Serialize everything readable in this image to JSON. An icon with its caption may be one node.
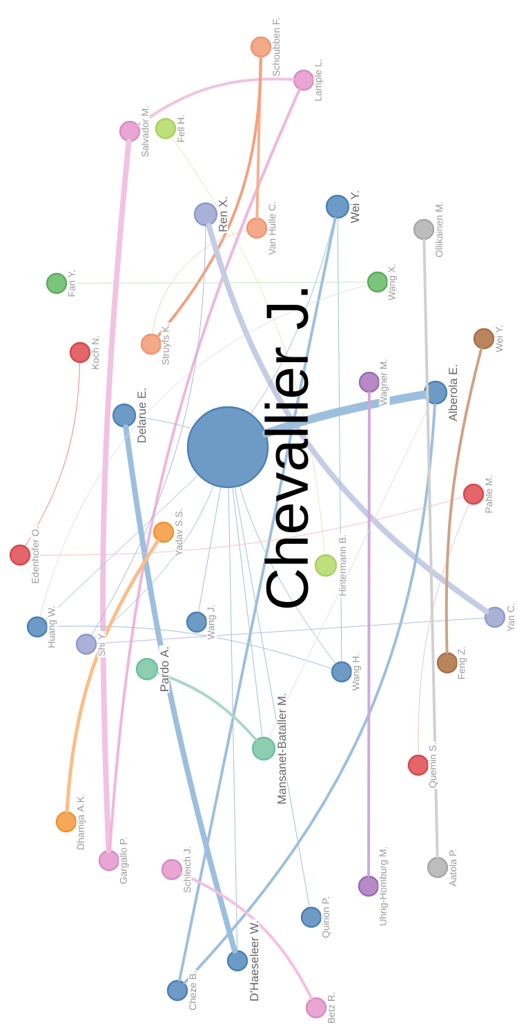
{
  "diagram": {
    "nodes": [
      {
        "text": [],
        "shape": "circle",
        "beside": [
          "Chevallier J."
        ]
      },
      {
        "text": [],
        "shape": "circle",
        "beside": [
          "Schoubben F."
        ]
      },
      {
        "text": [],
        "shape": "circle",
        "beside": [
          "Lample L."
        ]
      },
      {
        "text": [],
        "shape": "circle",
        "beside": [
          "Fell H."
        ]
      },
      {
        "text": [],
        "shape": "circle",
        "beside": [
          "Salvador M."
        ]
      },
      {
        "text": [],
        "shape": "circle",
        "beside": [
          "Ren X."
        ]
      },
      {
        "text": [],
        "shape": "circle",
        "beside": [
          "Wei Y."
        ]
      },
      {
        "text": [],
        "shape": "circle",
        "beside": [
          "Van Hulle C."
        ]
      },
      {
        "text": [],
        "shape": "circle",
        "beside": [
          "Ollikainen M."
        ]
      },
      {
        "text": [],
        "shape": "circle",
        "beside": [
          "Fan Y."
        ]
      },
      {
        "text": [],
        "shape": "circle",
        "beside": [
          "Wang X."
        ]
      },
      {
        "text": [],
        "shape": "circle",
        "beside": [
          "Struyfs K."
        ]
      },
      {
        "text": [],
        "shape": "circle",
        "beside": [
          "Koch N."
        ]
      },
      {
        "text": [],
        "shape": "circle",
        "beside": [
          "Wei Y."
        ]
      },
      {
        "text": [],
        "shape": "circle",
        "beside": [
          "Wagner M."
        ]
      },
      {
        "text": [],
        "shape": "circle",
        "beside": [
          "Alberola E."
        ]
      },
      {
        "text": [],
        "shape": "circle",
        "beside": [
          "Delarue E."
        ]
      },
      {
        "text": [],
        "shape": "circle",
        "beside": [
          "Pahle M."
        ]
      },
      {
        "text": [],
        "shape": "circle",
        "beside": [
          "Yadav S.S."
        ]
      },
      {
        "text": [],
        "shape": "circle",
        "beside": [
          "Edenhofer O."
        ]
      },
      {
        "text": [],
        "shape": "circle",
        "beside": [
          "Hintermann B."
        ]
      },
      {
        "text": [],
        "shape": "circle",
        "beside": [
          "Huang W."
        ]
      },
      {
        "text": [],
        "shape": "circle",
        "beside": [
          "Wang J."
        ]
      },
      {
        "text": [],
        "shape": "circle",
        "beside": [
          "Shi Y."
        ]
      },
      {
        "text": [],
        "shape": "circle",
        "beside": [
          "Yan C."
        ]
      },
      {
        "text": [],
        "shape": "circle",
        "beside": [
          "Wang H."
        ]
      },
      {
        "text": [],
        "shape": "circle",
        "beside": [
          "Pardo A."
        ]
      },
      {
        "text": [],
        "shape": "circle",
        "beside": [
          "Feng Z."
        ]
      },
      {
        "text": [],
        "shape": "circle",
        "beside": [
          "Mansanet-Bataller M."
        ]
      },
      {
        "text": [],
        "shape": "circle",
        "beside": [
          "Quemin S."
        ]
      },
      {
        "text": [],
        "shape": "circle",
        "beside": [
          "Dhamija A.K."
        ]
      },
      {
        "text": [],
        "shape": "circle",
        "beside": [
          "Gargallo P."
        ]
      },
      {
        "text": [],
        "shape": "circle",
        "beside": [
          "Schleich J."
        ]
      },
      {
        "text": [],
        "shape": "circle",
        "beside": [
          "Aatola P."
        ]
      },
      {
        "text": [],
        "shape": "circle",
        "beside": [
          "Uhrig-Homburg M."
        ]
      },
      {
        "text": [],
        "shape": "circle",
        "beside": [
          "Quirion P."
        ]
      },
      {
        "text": [],
        "shape": "circle",
        "beside": [
          "D'Haeseleer W."
        ]
      },
      {
        "text": [],
        "shape": "circle",
        "beside": [
          "Cheze B."
        ]
      },
      {
        "text": [],
        "shape": "circle",
        "beside": [
          "Betz R."
        ]
      }
    ],
    "edges": [
      {
        "from": 4,
        "to": 31,
        "arrow": "none",
        "style": "thick",
        "color": "#f2c2e2"
      },
      {
        "from": 4,
        "to": 2,
        "arrow": "none",
        "style": "thick",
        "color": "#f2c2e2"
      },
      {
        "from": 3,
        "to": 20,
        "arrow": "none",
        "color": "#d9ecb6"
      },
      {
        "from": 2,
        "to": 31,
        "arrow": "none",
        "style": "thick",
        "color": "#f0b6dc"
      },
      {
        "from": 1,
        "to": 7,
        "arrow": "none",
        "style": "thick",
        "color": "#f7b08f"
      },
      {
        "from": 1,
        "to": 11,
        "arrow": "none",
        "style": "thick",
        "color": "#f5a07c"
      },
      {
        "from": 7,
        "to": 11,
        "arrow": "none",
        "color": "#f9cdb9"
      },
      {
        "from": 5,
        "to": 24,
        "arrow": "none",
        "style": "thick",
        "color": "#c5cce6"
      },
      {
        "from": 5,
        "to": 23,
        "arrow": "none",
        "color": "#a9b4dc"
      },
      {
        "from": 9,
        "to": 10,
        "arrow": "none",
        "color": "#c4e6c4"
      },
      {
        "from": 6,
        "to": 37,
        "arrow": "none",
        "style": "thick"
      },
      {
        "from": 6,
        "to": 0,
        "arrow": "none"
      },
      {
        "from": 6,
        "to": 25,
        "arrow": "none"
      },
      {
        "from": 0,
        "to": 15,
        "arrow": "none",
        "style": "thick"
      },
      {
        "from": 15,
        "to": 37,
        "arrow": "none",
        "style": "thick"
      },
      {
        "from": 16,
        "to": 36,
        "arrow": "none",
        "style": "thick"
      },
      {
        "from": 16,
        "to": 0,
        "arrow": "none"
      },
      {
        "from": 0,
        "to": 36,
        "arrow": "none"
      },
      {
        "from": 0,
        "to": 22,
        "arrow": "none"
      },
      {
        "from": 0,
        "to": 35,
        "arrow": "none"
      },
      {
        "from": 0,
        "to": 28,
        "arrow": "none"
      },
      {
        "from": 0,
        "to": 25,
        "arrow": "none"
      },
      {
        "from": 0,
        "to": 21,
        "arrow": "none"
      },
      {
        "from": 0,
        "to": 23,
        "arrow": "none"
      },
      {
        "from": 21,
        "to": 25,
        "arrow": "none"
      },
      {
        "from": 23,
        "to": 24,
        "arrow": "none",
        "color": "#b3bce0"
      },
      {
        "from": 18,
        "to": 30,
        "arrow": "none",
        "style": "thick",
        "color": "#fbbd86"
      },
      {
        "from": 12,
        "to": 19,
        "arrow": "none",
        "color": "#ea8386"
      },
      {
        "from": 19,
        "to": 17,
        "arrow": "none",
        "color": "#f5c0c2"
      },
      {
        "from": 17,
        "to": 29,
        "arrow": "none",
        "color": "#f5c0c2"
      },
      {
        "from": 13,
        "to": 27,
        "arrow": "none",
        "style": "thick",
        "color": "#cfa283"
      },
      {
        "from": 8,
        "to": 33,
        "arrow": "none",
        "style": "thick",
        "color": "#d0d0d0"
      },
      {
        "from": 14,
        "to": 34,
        "arrow": "none",
        "style": "thick",
        "color": "#cfa9dc"
      },
      {
        "from": 26,
        "to": 28,
        "arrow": "none",
        "style": "thick",
        "color": "#a8d9c4"
      },
      {
        "from": 32,
        "to": 38,
        "arrow": "none",
        "style": "thick",
        "color": "#f6bfe0"
      },
      {
        "from": 21,
        "to": 10,
        "arrow": "none",
        "color": "#dddddd"
      },
      {
        "from": 15,
        "to": 28,
        "arrow": "none",
        "color": "#dddddd"
      }
    ]
  }
}
